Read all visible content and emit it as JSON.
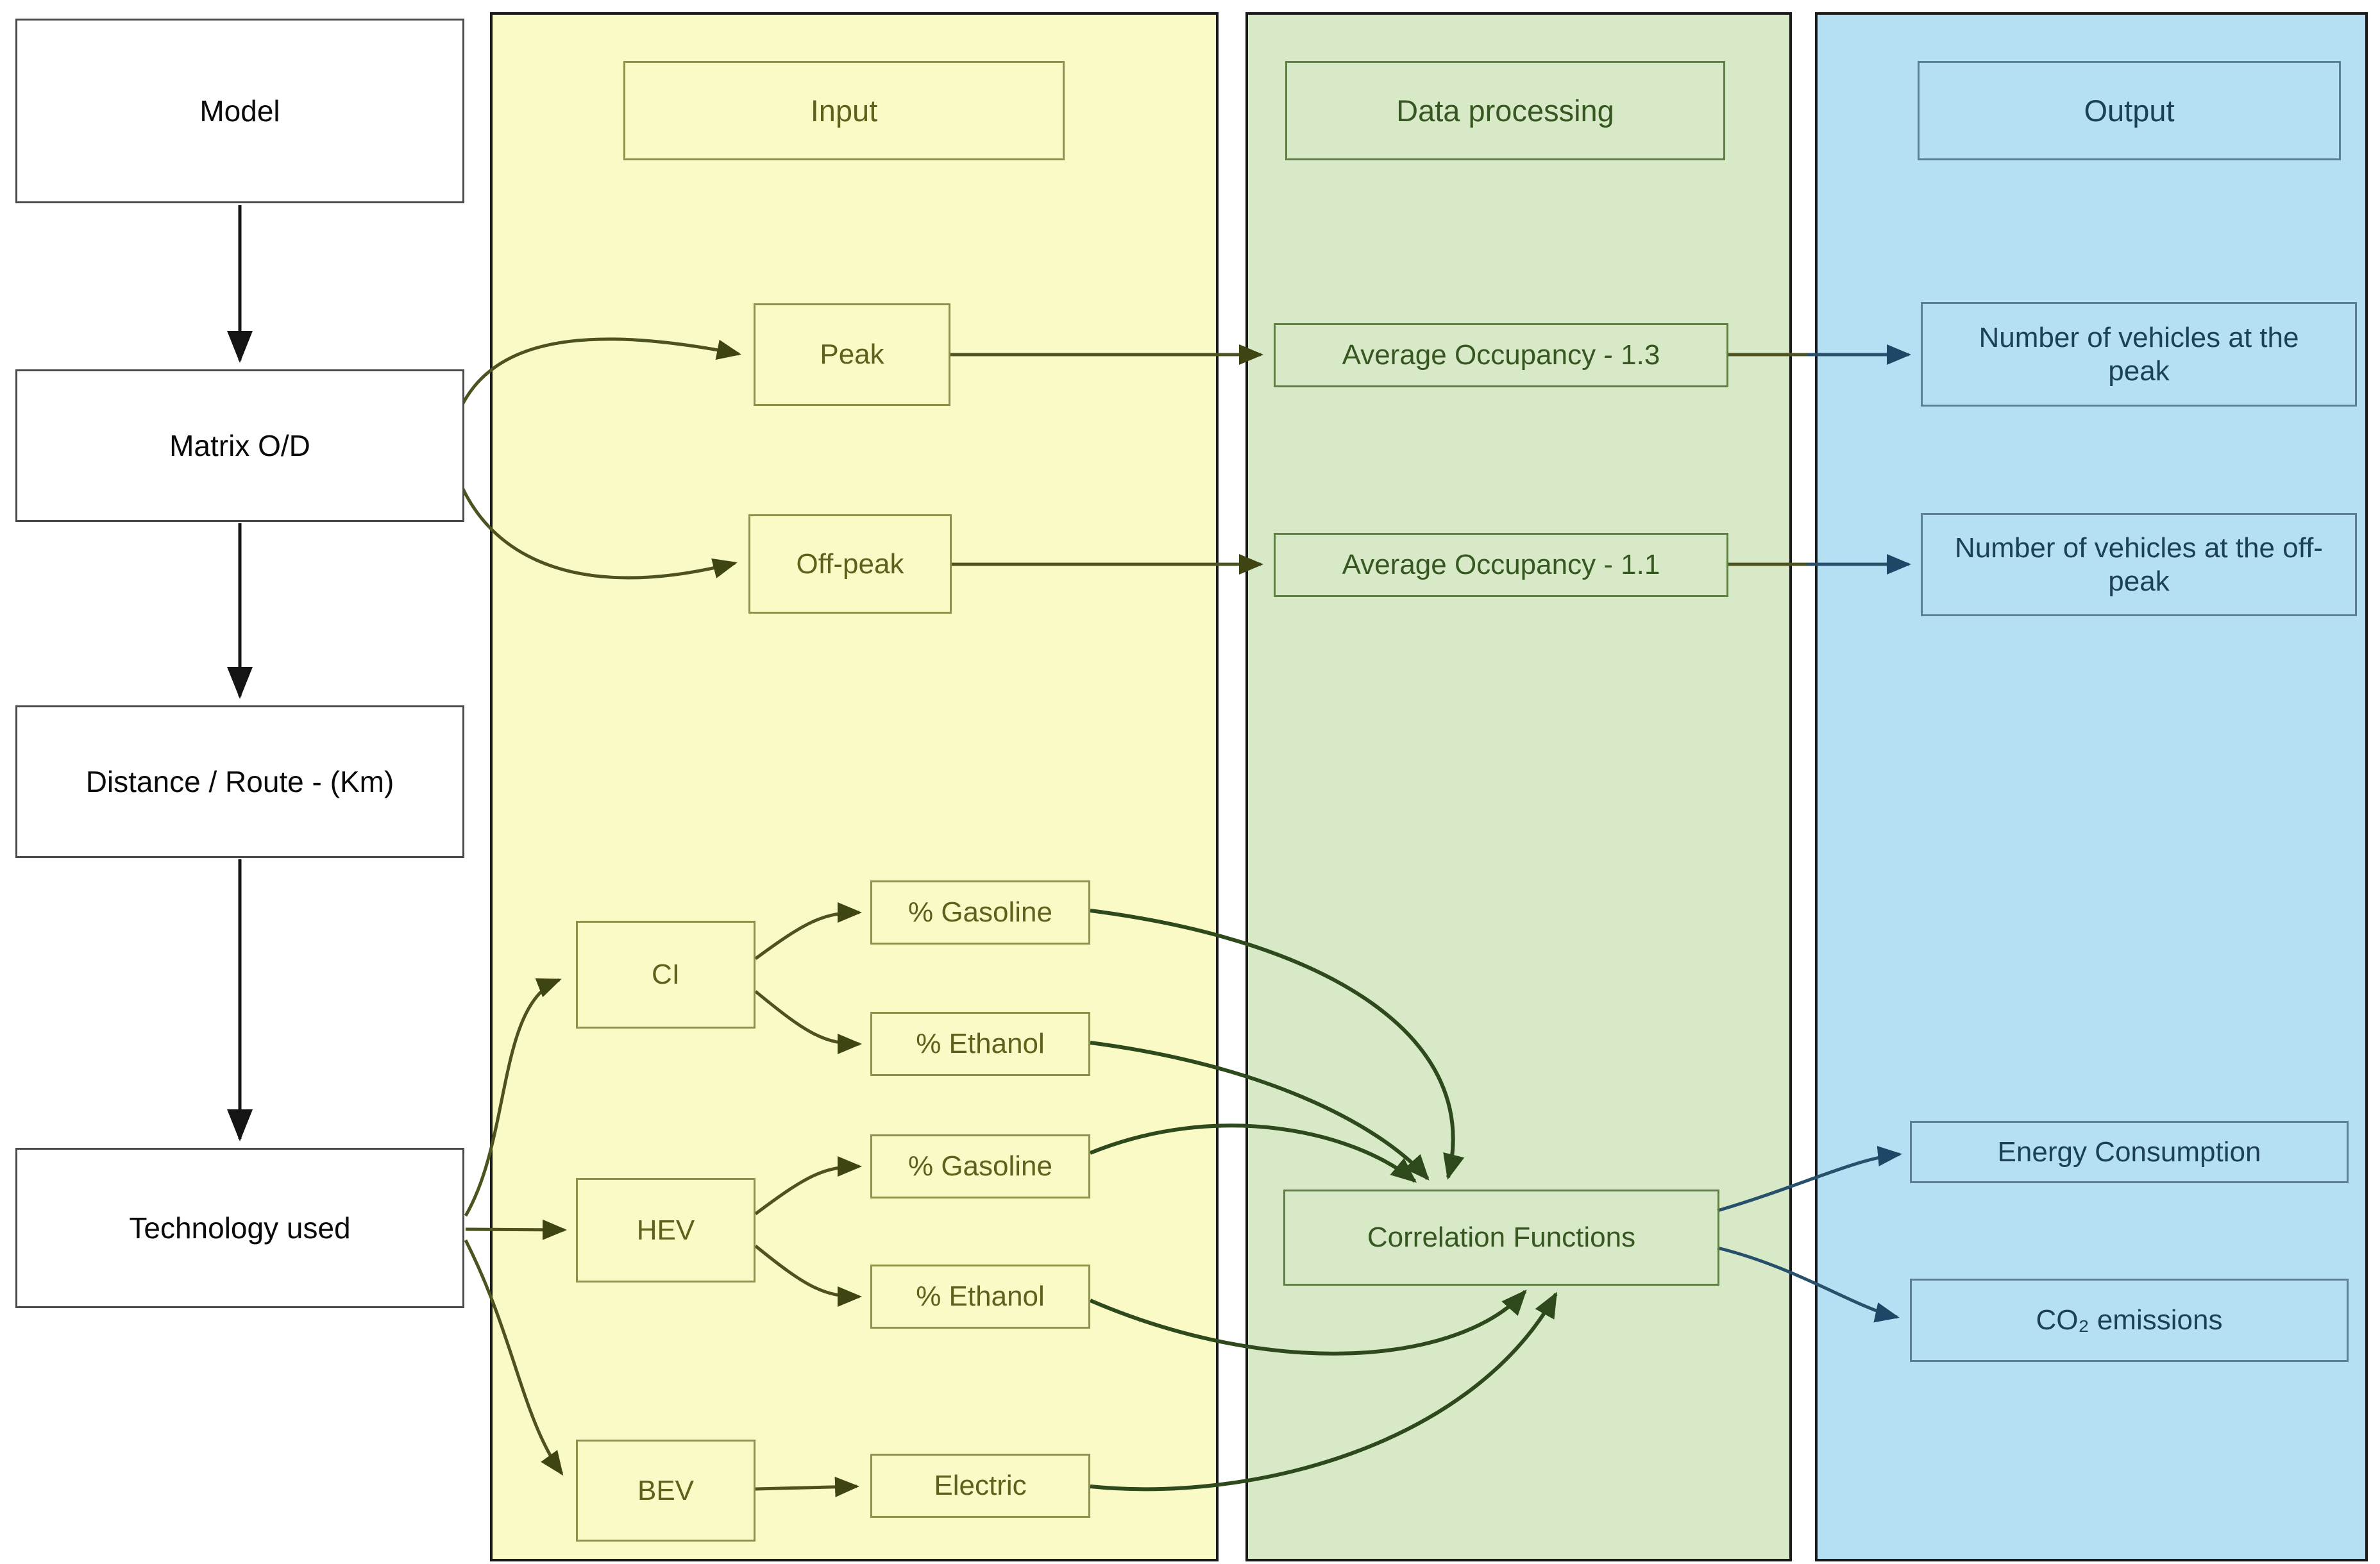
{
  "left_column": {
    "items": [
      {
        "label": "Model"
      },
      {
        "label": "Matrix O/D"
      },
      {
        "label": "Distance / Route - (Km)"
      },
      {
        "label": "Technology used"
      }
    ]
  },
  "input_panel": {
    "title": "Input",
    "peak_label": "Peak",
    "off_peak_label": "Off-peak",
    "ci_label": "CI",
    "ci_gasoline_label": "% Gasoline",
    "ci_ethanol_label": "% Ethanol",
    "hev_label": "HEV",
    "hev_gasoline_label": "% Gasoline",
    "hev_ethanol_label": "% Ethanol",
    "bev_label": "BEV",
    "electric_label": "Electric"
  },
  "processing_panel": {
    "title": "Data processing",
    "avg_occupancy_peak_label": "Average Occupancy - 1.3",
    "avg_occupancy_offpeak_label": "Average Occupancy - 1.1",
    "correlation_label": "Correlation Functions"
  },
  "output_panel": {
    "title": "Output",
    "vehicles_peak_label": "Number of vehicles at the peak",
    "vehicles_offpeak_label": "Number of vehicles at the off-peak",
    "energy_label": "Energy Consumption",
    "co2_label": "CO₂ emissions"
  },
  "colors": {
    "input_bg": "#FAFAC6",
    "processing_bg": "#D7E9C6",
    "output_bg": "#B5DFF2",
    "input_border": "#8E9149",
    "input_text": "#5C611B",
    "processing_border": "#5F7F45",
    "processing_text": "#375722",
    "output_border": "#5D8096",
    "output_text": "#1C4156",
    "connector_olive": "#4D5220",
    "connector_green": "#2E4A1C",
    "connector_navy": "#26506B",
    "flow_black": "#141414"
  }
}
